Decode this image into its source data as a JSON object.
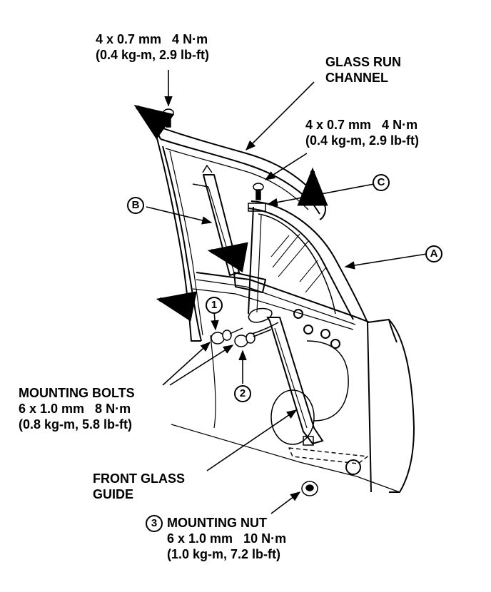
{
  "screw_spec_top": {
    "line1": "4 x 0.7 mm   4 N·m",
    "line2": "(0.4 kg-m, 2.9 lb-ft)"
  },
  "glass_run_channel": {
    "line1": "GLASS RUN",
    "line2": "CHANNEL"
  },
  "screw_spec_right": {
    "line1": "4 x 0.7 mm   4 N·m",
    "line2": "(0.4 kg-m, 2.9 lb-ft)"
  },
  "callouts": {
    "a": "A",
    "b": "B",
    "c": "C",
    "n1": "1",
    "n2": "2",
    "n3": "3"
  },
  "mounting_bolts": {
    "line1": "MOUNTING BOLTS",
    "line2": "6 x 1.0 mm   8 N·m",
    "line3": "(0.8 kg-m, 5.8 lb-ft)"
  },
  "front_glass_guide": {
    "line1": "FRONT GLASS",
    "line2": "GUIDE"
  },
  "mounting_nut": {
    "line1": "MOUNTING NUT",
    "line2": "6 x 1.0 mm   10 N·m",
    "line3": "(1.0 kg-m, 7.2 lb-ft)"
  }
}
